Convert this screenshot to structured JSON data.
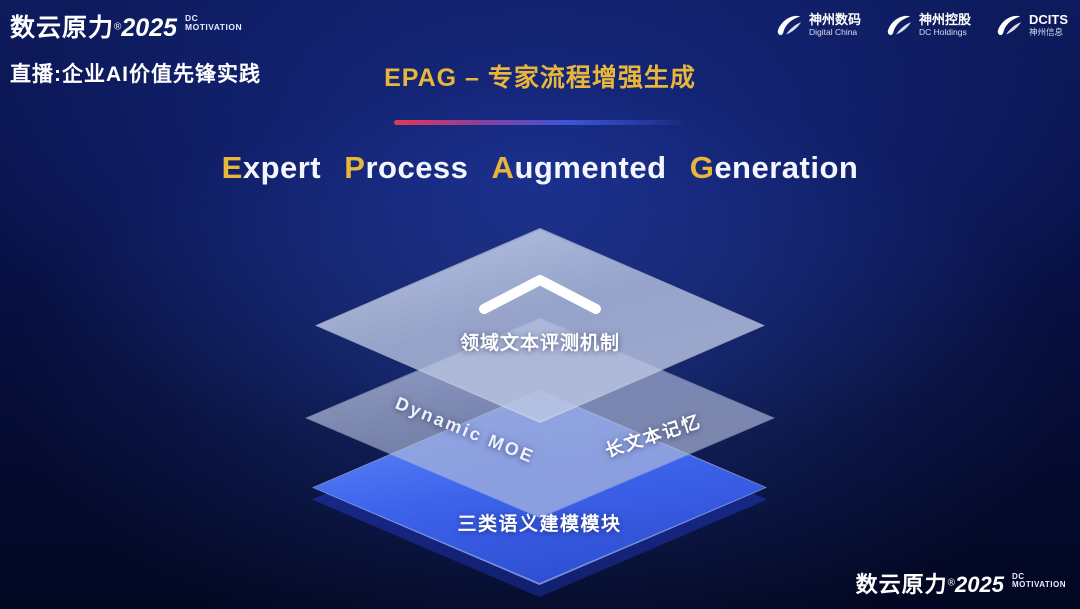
{
  "colors": {
    "background_top": "#0d1a5c",
    "background_bottom": "#020721",
    "accent_gold": "#e9b63c",
    "divider_red": "#e23a4e",
    "divider_blue": "#3b55d8",
    "base_layer_blue": "#3d63ec",
    "text_white": "#ffffff"
  },
  "header": {
    "brand": {
      "name": "数云原力",
      "reg": "®",
      "year": "2025",
      "tag_line1": "DC",
      "tag_line2": "MOTIVATION"
    },
    "live_label": "直播:企业AI价值先锋实践",
    "slide_title": "EPAG – 专家流程增强生成",
    "logos": [
      {
        "icon": "swoosh-icon",
        "line1": "神州数码",
        "line2": "Digital China"
      },
      {
        "icon": "swoosh-icon",
        "line1": "神州控股",
        "line2": "DC Holdings"
      },
      {
        "icon": "swoosh-icon",
        "line1": "DCITS",
        "line2": "神州信息"
      }
    ]
  },
  "main": {
    "title": {
      "words": [
        {
          "initial": "E",
          "rest": "xpert"
        },
        {
          "initial": "P",
          "rest": "rocess"
        },
        {
          "initial": "A",
          "rest": "ugmented"
        },
        {
          "initial": "G",
          "rest": "eneration"
        }
      ]
    },
    "diagram": {
      "top_layer_label": "领域文本评测机制",
      "middle_layer_label_left": "Dynamic MOE",
      "middle_layer_label_right": "长文本记忆",
      "bottom_layer_label": "三类语义建模模块"
    }
  },
  "footer": {
    "brand": {
      "name": "数云原力",
      "reg": "®",
      "year": "2025",
      "tag_line1": "DC",
      "tag_line2": "MOTIVATION"
    }
  }
}
